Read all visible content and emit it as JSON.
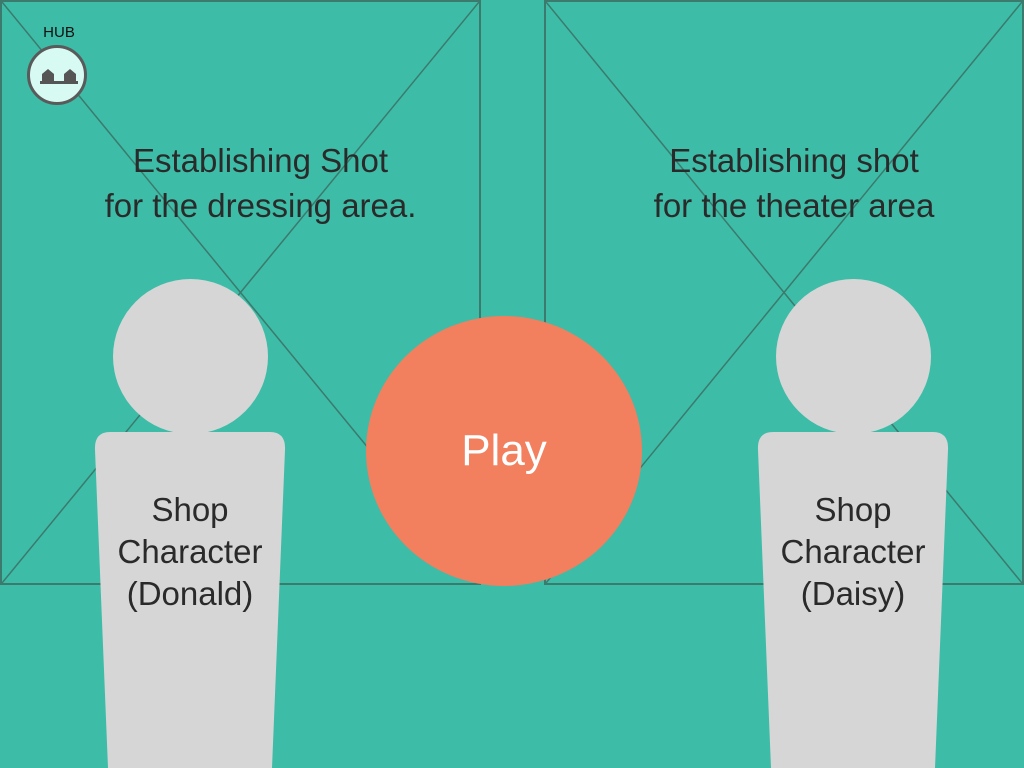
{
  "hub": {
    "label": "HUB",
    "icon": "houses-icon"
  },
  "panels": {
    "left": {
      "caption_line1": "Establishing Shot",
      "caption_line2": "for the dressing area."
    },
    "right": {
      "caption_line1": "Establishing shot",
      "caption_line2": "for the theater area"
    }
  },
  "characters": {
    "donald": {
      "line1": "Shop",
      "line2": "Character",
      "line3": "(Donald)"
    },
    "daisy": {
      "line1": "Shop",
      "line2": "Character",
      "line3": "(Daisy)"
    }
  },
  "play": {
    "label": "Play"
  },
  "colors": {
    "background": "#3dbca7",
    "panel_border": "#3b7a6c",
    "character": "#d6d6d6",
    "play": "#f27f5e",
    "hub_button": "#d7fbf3"
  }
}
